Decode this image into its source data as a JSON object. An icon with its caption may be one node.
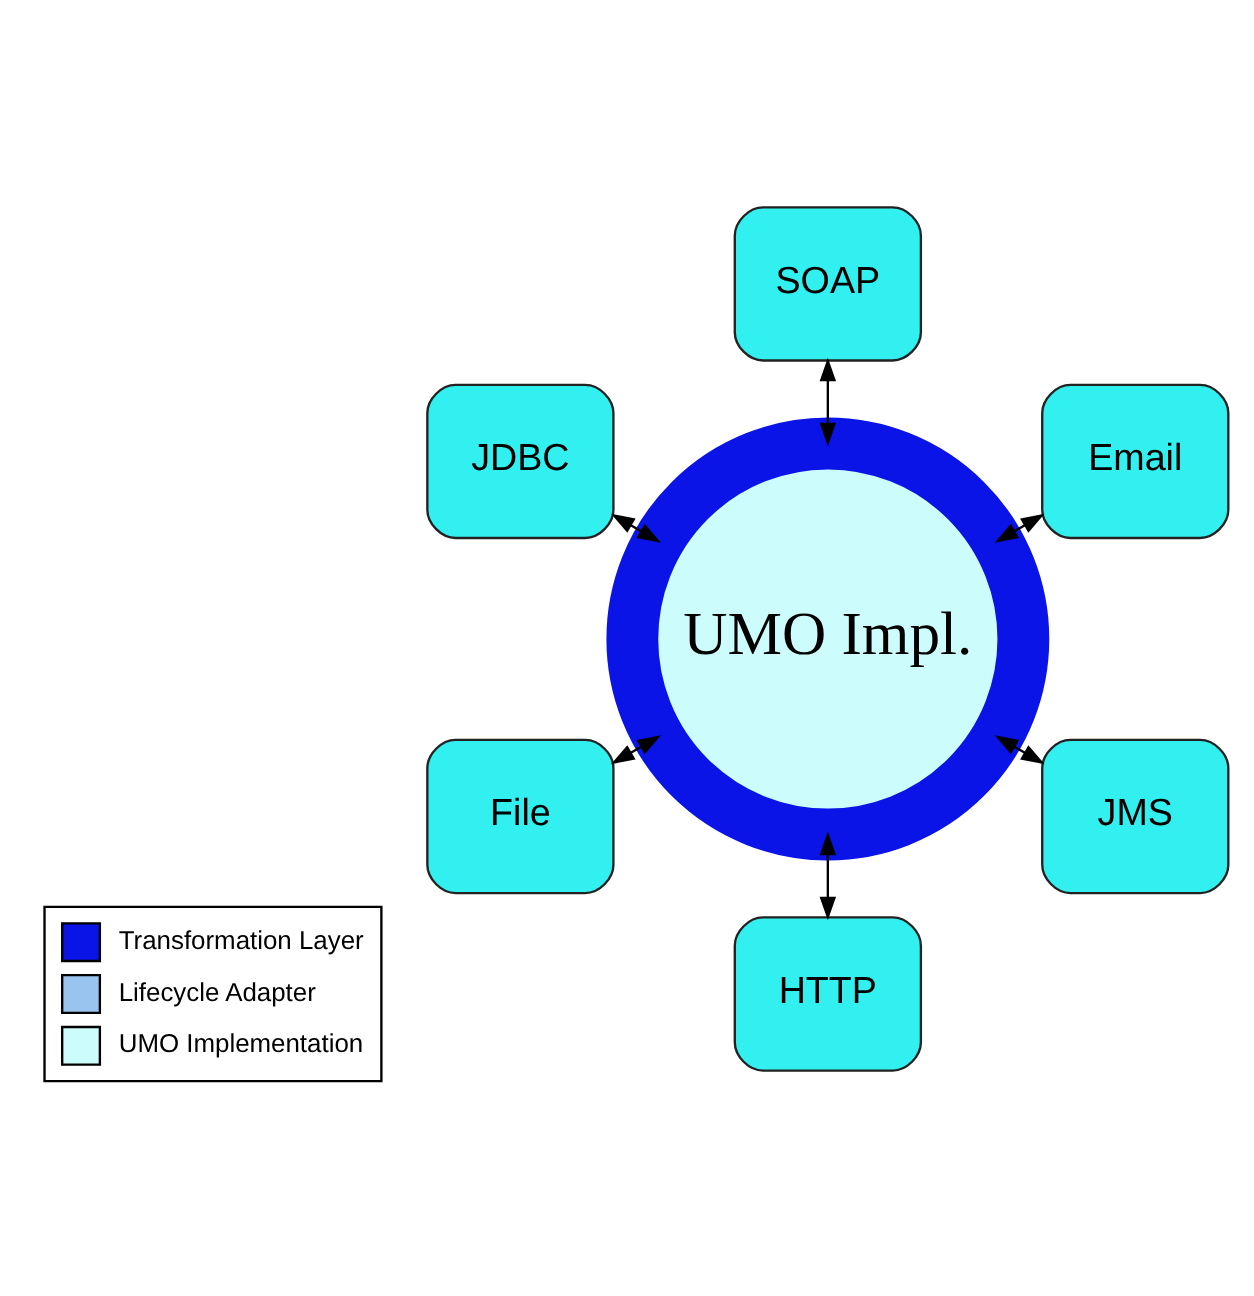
{
  "diagram": {
    "nodes": [
      {
        "text": [
          "UMO Impl."
        ]
      },
      {
        "text": [
          "Email"
        ]
      },
      {
        "text": [
          "SOAP"
        ]
      },
      {
        "text": [
          "JDBC"
        ]
      },
      {
        "text": [
          "File"
        ]
      },
      {
        "text": [
          "HTTP"
        ]
      },
      {
        "text": [
          "JMS"
        ]
      }
    ],
    "edges": [
      {
        "from": 0,
        "to": 1,
        "arrow": "both"
      },
      {
        "from": 0,
        "to": 2,
        "arrow": "both"
      },
      {
        "from": 0,
        "to": 3,
        "arrow": "both"
      },
      {
        "from": 0,
        "to": 4,
        "arrow": "both"
      },
      {
        "from": 0,
        "to": 5,
        "arrow": "both"
      },
      {
        "from": 0,
        "to": 6,
        "arrow": "both"
      }
    ],
    "legend": [
      {
        "text": "Transformation Layer",
        "color": "#0a14e6"
      },
      {
        "text": "Lifecycle Adapter",
        "color": "#99c4f0"
      },
      {
        "text": "UMO Implementation",
        "color": "#ccfcfc"
      }
    ]
  }
}
